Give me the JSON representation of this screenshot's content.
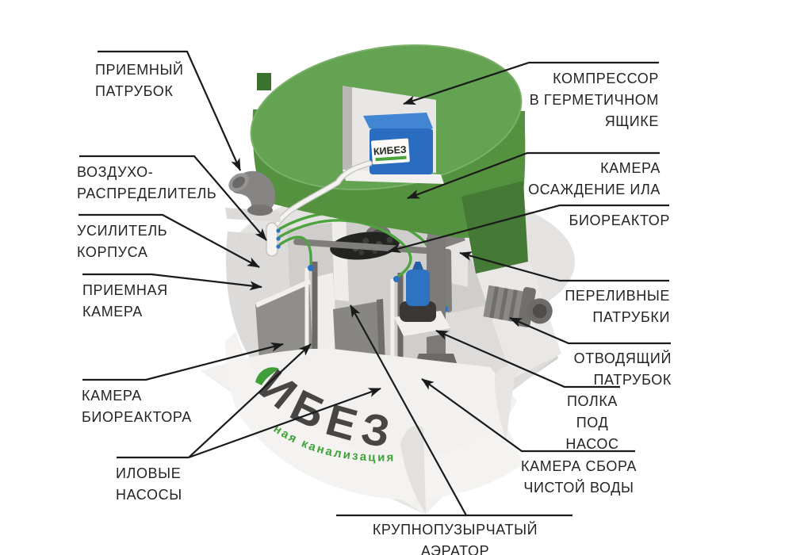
{
  "device": {
    "box_label": "КИБЕЗ",
    "watermark": "ИБЕЗ",
    "watermark_sub": "ная канализация"
  },
  "colors": {
    "lid_green": "#61a050",
    "lid_green_dark": "#4c8a3d",
    "hose_green": "#4da33f",
    "brand_green": "#3fa339",
    "box_blue": "#2a6cc0",
    "pump_blue": "#2e72c2",
    "callout_line": "#1a1a1a",
    "tank_light": "#f2f1ef"
  },
  "callouts": {
    "priemny_patrubok": {
      "label": "ПРИЕМНЫЙ\nПАТРУБОК"
    },
    "vozdukho_raspredelitel": {
      "label": "ВОЗДУХО-\nРАСПРЕДЕЛИТЕЛЬ"
    },
    "usilitel_korpusa": {
      "label": "УСИЛИТЕЛЬ\nКОРПУСА"
    },
    "priemnaya_kamera": {
      "label": "ПРИЕМНАЯ\nКАМЕРА"
    },
    "kamera_bioreaktora": {
      "label": "КАМЕРА\nБИОРЕАКТОРА"
    },
    "ilovye_nasosy": {
      "label": "ИЛОВЫЕ\nНАСОСЫ"
    },
    "krupnopuzyrchaty_aerator": {
      "label": "КРУПНОПУЗЫРЧАТЫЙ АЭРАТОР"
    },
    "kompressor": {
      "label": "КОМПРЕССОР\nВ ГЕРМЕТИЧНОМ\nЯЩИКЕ"
    },
    "kamera_osazhdenie_ila": {
      "label": "КАМЕРА\nОСАЖДЕНИЕ ИЛА"
    },
    "bioreaktor": {
      "label": "БИОРЕАКТОР"
    },
    "perelivnye_patrubki": {
      "label": "ПЕРЕЛИВНЫЕ\nПАТРУБКИ"
    },
    "otvodyashchy_patrubok": {
      "label": "ОТВОДЯЩИЙ\nПАТРУБОК"
    },
    "polka_pod_nasos": {
      "label": "ПОЛКА\nПОД НАСОС"
    },
    "kamera_sbora_chistoy_vody": {
      "label": "КАМЕРА СБОРА\nЧИСТОЙ ВОДЫ"
    }
  }
}
